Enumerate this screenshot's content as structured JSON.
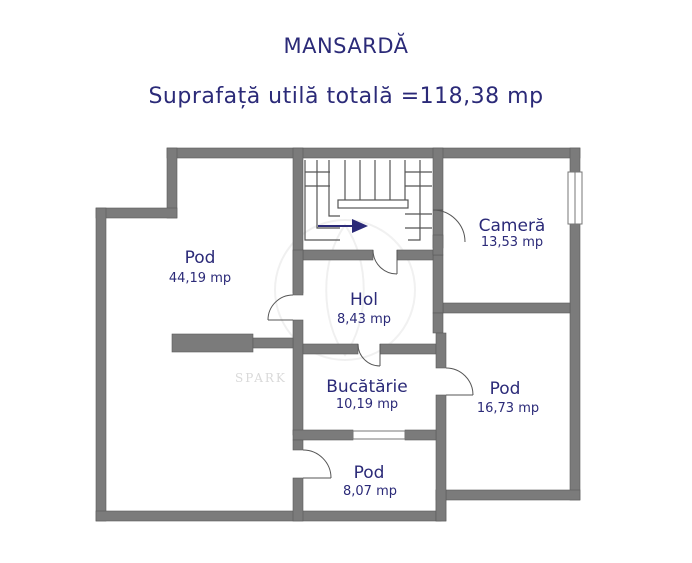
{
  "header": {
    "title": "MANSARDĂ",
    "subtitle": "Suprafață utilă totală =118,38 mp"
  },
  "rooms": {
    "pod_large": {
      "name": "Pod",
      "area": "44,19 mp"
    },
    "camera": {
      "name": "Cameră",
      "area": "13,53 mp"
    },
    "hol": {
      "name": "Hol",
      "area": "8,43 mp"
    },
    "bucatarie": {
      "name": "Bucătărie",
      "area": "10,19 mp"
    },
    "pod_right": {
      "name": "Pod",
      "area": "16,73 mp"
    },
    "pod_small": {
      "name": "Pod",
      "area": "8,07 mp"
    }
  },
  "watermark": "SPARK",
  "colors": {
    "text": "#2b2a78",
    "wall": "#7b7b7b"
  }
}
